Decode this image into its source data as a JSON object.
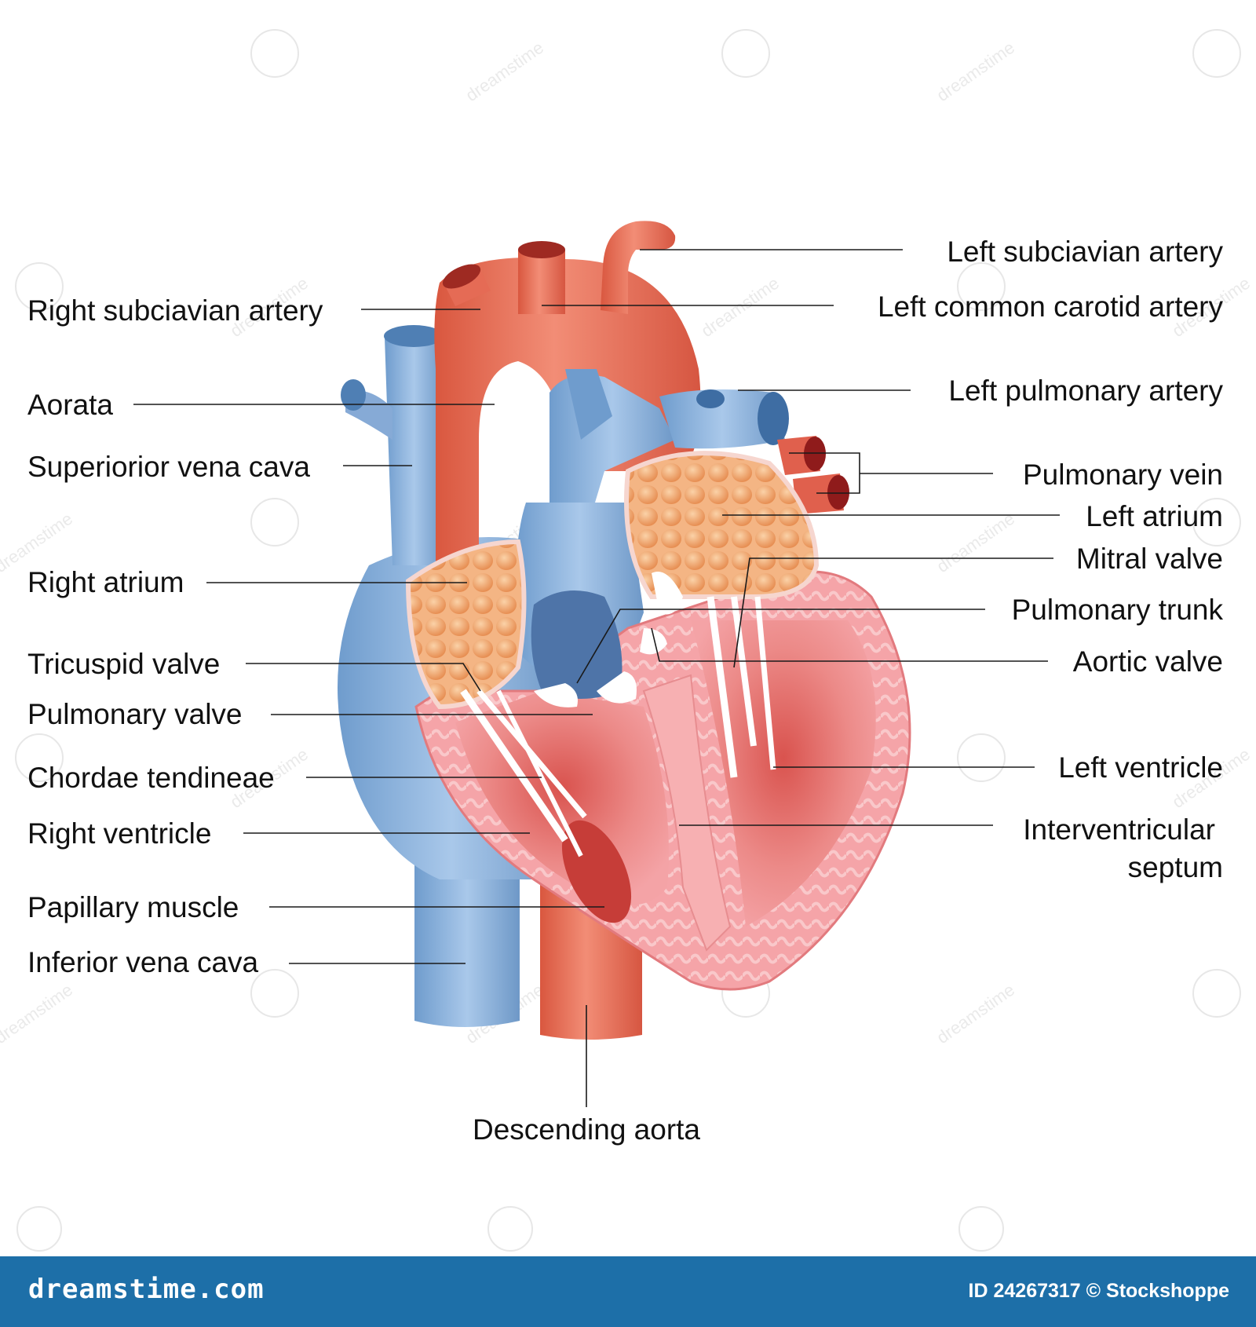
{
  "labels": {
    "left_subclavian_artery": "Left subciavian artery",
    "right_subclavian_artery": "Right subciavian artery",
    "left_common_carotid_artery": "Left common carotid artery",
    "aorta": "Aorata",
    "left_pulmonary_artery": "Left pulmonary artery",
    "superior_vena_cava": "Superiorior vena cava",
    "pulmonary_vein": "Pulmonary vein",
    "left_atrium": "Left atrium",
    "right_atrium": "Right atrium",
    "mitral_valve": "Mitral valve",
    "pulmonary_trunk": "Pulmonary trunk",
    "tricuspid_valve": "Tricuspid valve",
    "aortic_valve": "Aortic valve",
    "pulmonary_valve": "Pulmonary valve",
    "left_ventricle": "Left ventricle",
    "chordae_tendineae": "Chordae tendineae",
    "interventricular_line1": "Interventricular",
    "interventricular_line2": "septum",
    "right_ventricle": "Right ventricle",
    "papillary_muscle": "Papillary muscle",
    "inferior_vena_cava": "Inferior vena cava",
    "descending_aorta": "Descending aorta"
  },
  "watermark": {
    "text": "dreamstime"
  },
  "footer": {
    "site": "dreamstime.com",
    "id_text": "ID 24267317 © Stockshoppe"
  },
  "colors": {
    "artery": "#e8705c",
    "vein": "#8fb4dc",
    "myocardium": "#f29a9c",
    "footer_bar": "#1d6fa8"
  }
}
